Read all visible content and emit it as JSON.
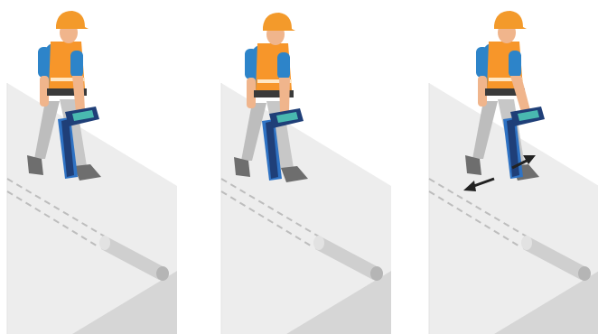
{
  "illustration": {
    "panel_count": 3,
    "panels": [
      {
        "step": 1,
        "figure": "worker-standing-with-locator",
        "arrows": false
      },
      {
        "step": 2,
        "figure": "worker-walking-with-locator",
        "arrows": false
      },
      {
        "step": 3,
        "figure": "worker-sweeping-locator",
        "arrows": true
      }
    ],
    "colors": {
      "slab_top": "#ededed",
      "slab_side": "#d6d6d6",
      "pipe": "#cfcfcf",
      "hidden_pipe_line": "#bdbdbd",
      "helmet": "#f39a2b",
      "vest": "#f7962a",
      "vest_stripe": "#ffe7c4",
      "shirt": "#2d84c9",
      "skin": "#f0b58c",
      "trousers": "#bdbdbd",
      "boots": "#6e6e6e",
      "locator_body": "#1f3f78",
      "locator_edge": "#2f73c4",
      "screen": "#49b9b0",
      "arrow": "#222222"
    }
  }
}
